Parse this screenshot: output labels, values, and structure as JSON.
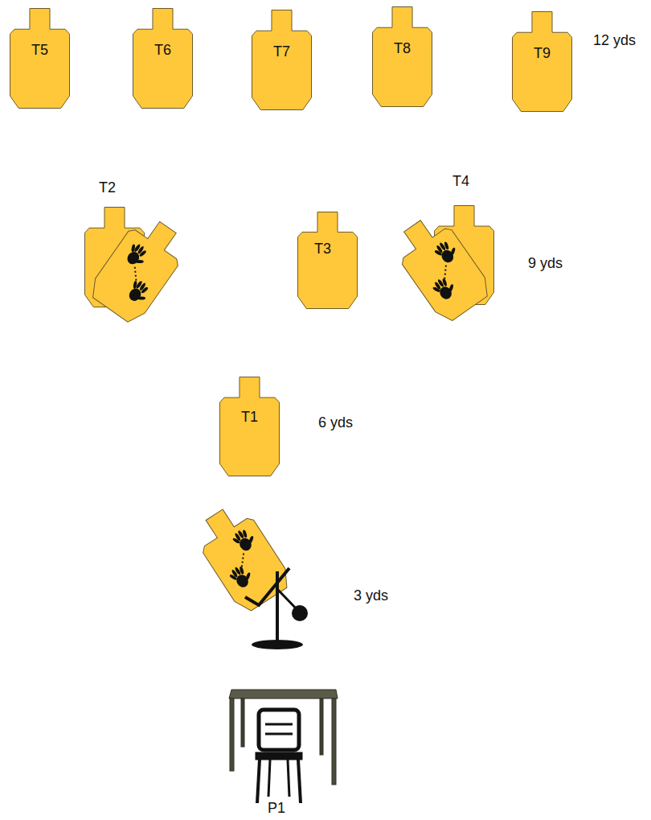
{
  "diagram": {
    "nodes": [
      {
        "text": [
          "T5"
        ]
      },
      {
        "text": [
          "T6"
        ]
      },
      {
        "text": [
          "T7"
        ]
      },
      {
        "text": [
          "T8"
        ]
      },
      {
        "text": [
          "T9"
        ]
      },
      {
        "text": [
          "T2"
        ]
      },
      {
        "text": [
          "T3"
        ]
      },
      {
        "text": [
          "T4"
        ]
      },
      {
        "text": [
          "T1"
        ]
      }
    ],
    "labels": [
      "12 yds",
      "9 yds",
      "6 yds",
      "3 yds",
      "P1"
    ]
  }
}
